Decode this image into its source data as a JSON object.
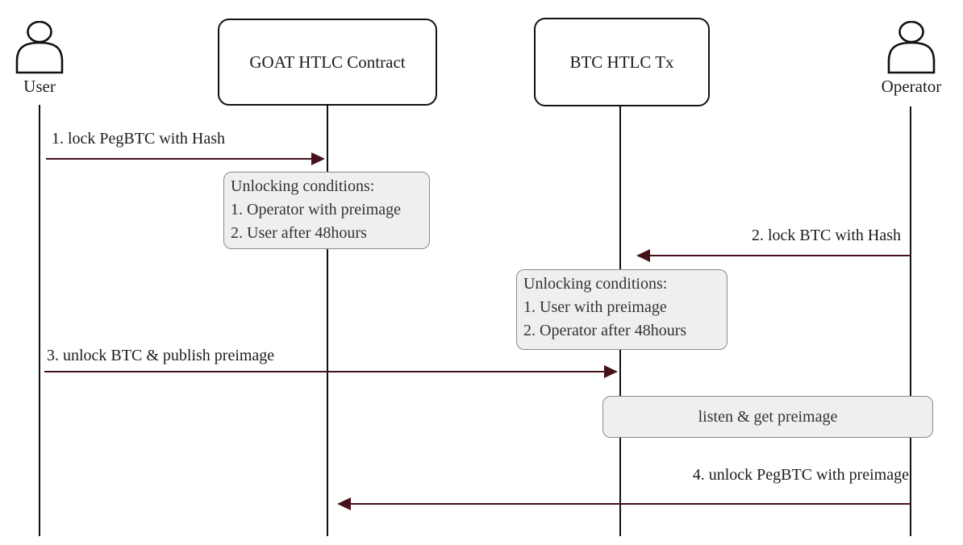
{
  "colors": {
    "arrow": "#46111a",
    "line": "#111111",
    "text": "#1c1c1c",
    "note_fill": "#efefef",
    "note_border": "#8a8a8a",
    "bg": "#ffffff"
  },
  "diagram": {
    "type": "sequence-diagram",
    "actors": {
      "user": {
        "label": "User",
        "kind": "person"
      },
      "goat": {
        "label": "GOAT HTLC Contract",
        "kind": "participant-box"
      },
      "btc": {
        "label": "BTC HTLC Tx",
        "kind": "participant-box"
      },
      "operator": {
        "label": "Operator",
        "kind": "person"
      }
    },
    "messages": {
      "m1": {
        "label": "1. lock PegBTC with Hash",
        "from": "User",
        "to": "GOAT HTLC Contract",
        "direction": "right"
      },
      "m2": {
        "label": "2. lock BTC with Hash",
        "from": "Operator",
        "to": "BTC HTLC Tx",
        "direction": "left"
      },
      "m3": {
        "label": "3. unlock BTC & publish preimage",
        "from": "User",
        "to": "BTC HTLC Tx",
        "direction": "right"
      },
      "m4": {
        "label": "4. unlock PegBTC with preimage",
        "from": "Operator",
        "to": "GOAT HTLC Contract",
        "direction": "left"
      }
    },
    "notes": {
      "goat_note": {
        "on": "GOAT HTLC Contract",
        "lines": [
          "Unlocking conditions:",
          "1. Operator with preimage",
          "2. User after 48hours"
        ]
      },
      "btc_note": {
        "on": "BTC HTLC Tx",
        "lines": [
          "Unlocking conditions:",
          "1. User with preimage",
          "2. Operator after 48hours"
        ]
      }
    },
    "action": {
      "label": "listen & get preimage",
      "between": [
        "BTC HTLC Tx",
        "Operator"
      ]
    }
  }
}
